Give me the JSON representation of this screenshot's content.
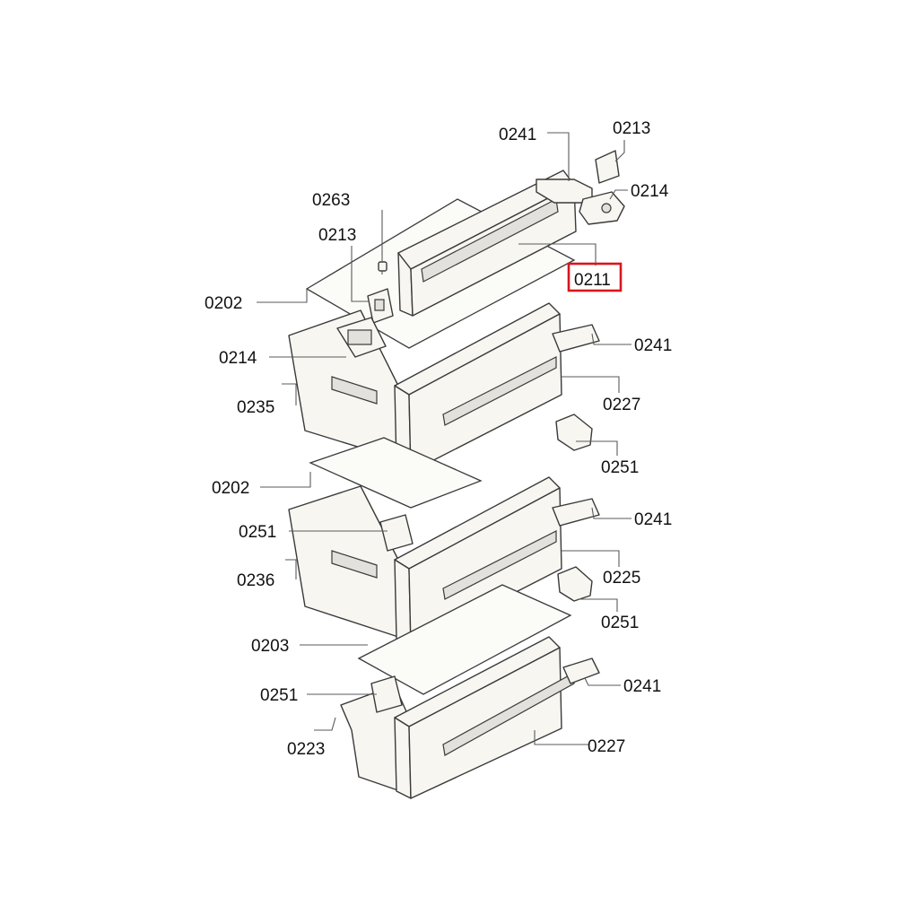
{
  "diagram": {
    "highlight_color": "#d8161b",
    "highlighted_label_index": 3,
    "labels": [
      "0241",
      "0213",
      "0214",
      "0211",
      "0263",
      "0213",
      "0202",
      "0214",
      "0241",
      "0235",
      "0227",
      "0251",
      "0202",
      "0241",
      "0251",
      "0236",
      "0225",
      "0251",
      "0203",
      "0241",
      "0251",
      "0223",
      "0227"
    ]
  }
}
